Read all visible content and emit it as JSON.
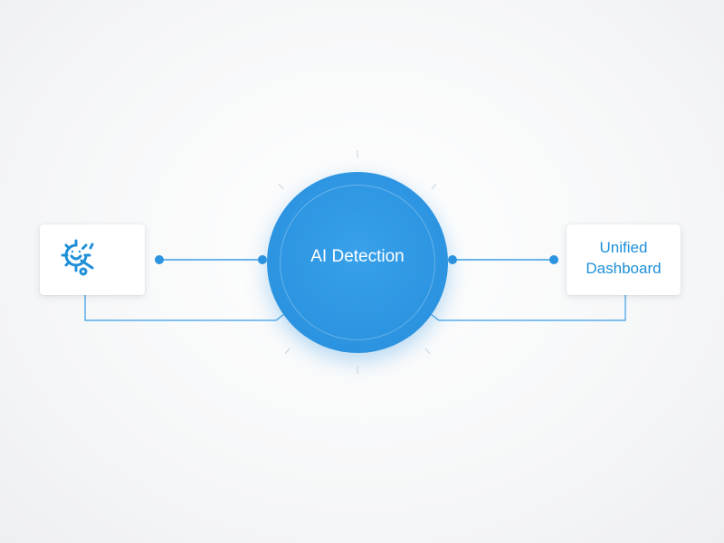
{
  "hub": {
    "label": "AI Detection"
  },
  "destination": {
    "line1": "Unified",
    "line2": "Dashboard"
  },
  "source": {
    "icon": "gear-smile-icon"
  },
  "colors": {
    "accent": "#2b93e0",
    "line": "#3a9ee6",
    "label": "#1f8fd8",
    "card": "#ffffff"
  }
}
